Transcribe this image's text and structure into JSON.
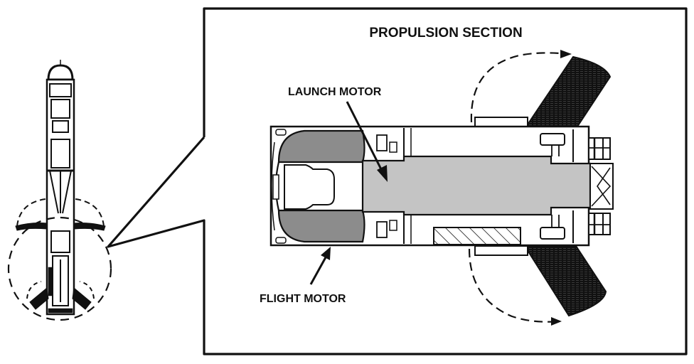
{
  "diagram": {
    "title": "PROPULSION SECTION",
    "labels": {
      "launch_motor": "LAUNCH MOTOR",
      "flight_motor": "FLIGHT MOTOR"
    },
    "colors": {
      "ink": "#111111",
      "launch_motor_fill": "#c4c4c4",
      "flight_motor_fill": "#8c8c8c",
      "background": "#ffffff"
    }
  }
}
